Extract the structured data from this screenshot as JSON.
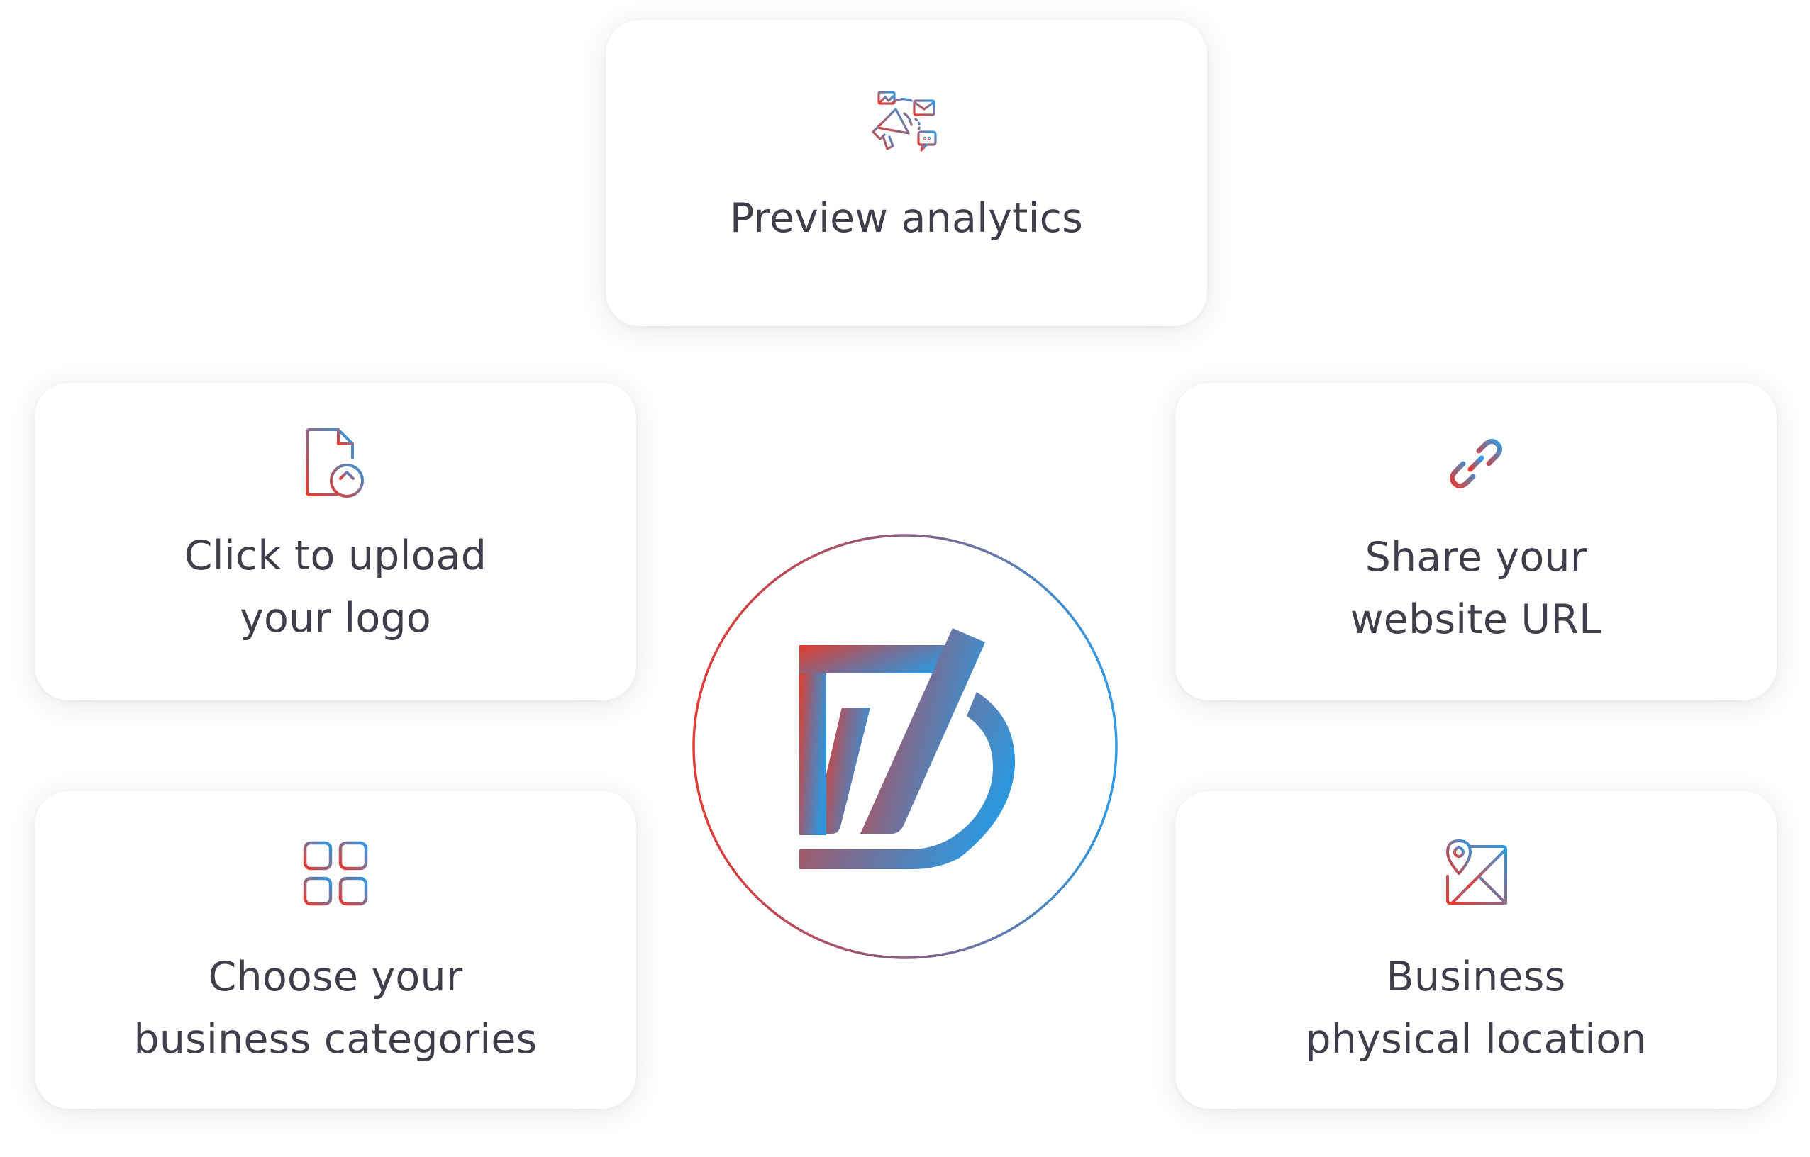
{
  "features": {
    "analytics": {
      "lines": [
        "Preview analytics"
      ],
      "icon": "megaphone-marketing-icon"
    },
    "upload_logo": {
      "lines": [
        "Click  to upload",
        "your logo"
      ],
      "icon": "file-upload-icon"
    },
    "website_url": {
      "lines": [
        "Share your",
        "website URL"
      ],
      "icon": "link-chain-icon"
    },
    "categories": {
      "lines": [
        "Choose your",
        "business categories"
      ],
      "icon": "grid-categories-icon"
    },
    "location": {
      "lines": [
        "Business",
        "physical location"
      ],
      "icon": "map-pin-location-icon"
    }
  },
  "center": {
    "icon": "brand-logo-icon"
  },
  "colors": {
    "gradient_start": "#e63a2e",
    "gradient_end": "#2f9be3",
    "text": "#3e3f4a",
    "card_bg": "#ffffff"
  }
}
